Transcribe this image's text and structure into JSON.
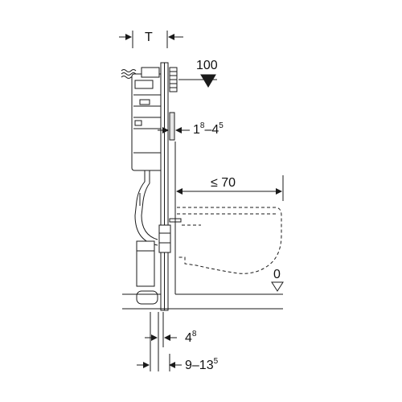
{
  "dimensions": {
    "T": "T",
    "top_value": "100",
    "range_base": "1",
    "range_sup1": "8",
    "range_dash": "–4",
    "range_sup2": "5",
    "distance": "≤ 70",
    "zero": "0",
    "thick_base": "4",
    "thick_sup": "8",
    "bottom_base": "9–13",
    "bottom_sup": "5"
  },
  "colors": {
    "line": "#1a1a1a",
    "fill": "#ffffff",
    "shade": "#e6e6e6"
  }
}
